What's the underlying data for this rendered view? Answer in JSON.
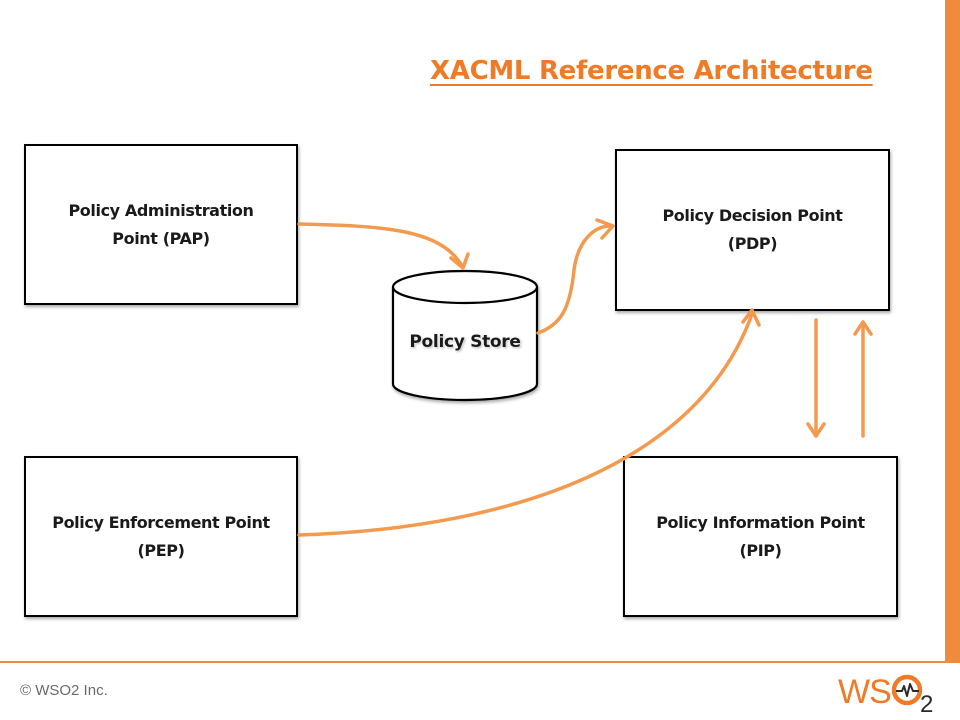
{
  "title": "XACML Reference Architecture",
  "boxes": {
    "pap": {
      "line1": "Policy Administration",
      "line2": "Point (PAP)"
    },
    "pdp": {
      "line1": "Policy Decision Point",
      "line2": "(PDP)"
    },
    "pep": {
      "line1": "Policy Enforcement Point",
      "line2": "(PEP)"
    },
    "pip": {
      "line1": "Policy Information Point",
      "line2": "(PIP)"
    }
  },
  "policy_store": {
    "label": "Policy Store"
  },
  "footer": {
    "copyright": "© WSO2 Inc."
  },
  "logo": {
    "text": "WSO2"
  },
  "colors": {
    "accent": "#f08a3c",
    "title": "#f07b27",
    "border": "#000000"
  }
}
